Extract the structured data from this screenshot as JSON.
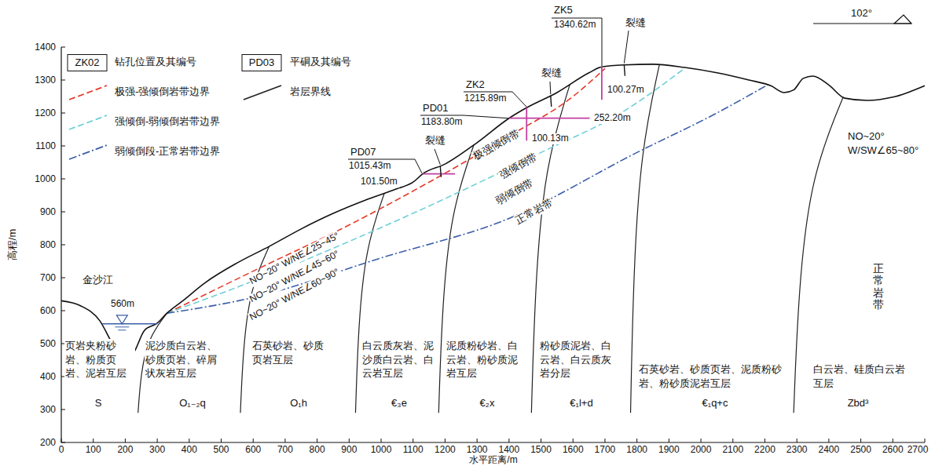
{
  "diagram": {
    "labels": [
      "1400",
      "1300",
      "1200",
      "1100",
      "1000",
      "900",
      "800",
      "700",
      "600",
      "500",
      "400",
      "300",
      "200",
      "0",
      "100",
      "200",
      "300",
      "400",
      "500",
      "600",
      "700",
      "800",
      "900",
      "1000",
      "1100",
      "1200",
      "1300",
      "1400",
      "1500",
      "1600",
      "1700",
      "1800",
      "1900",
      "2000",
      "2100",
      "2200",
      "2300",
      "2400",
      "2500",
      "2600",
      "2700",
      "高程/m",
      "水平距离/m",
      "102°",
      "ZK5",
      "1340.62m",
      "裂缝",
      "100.27m",
      "ZK2",
      "1215.89m",
      "裂缝",
      "PD01",
      "1183.80m",
      "252.20m",
      "100.13m",
      "PD07",
      "1015.43m",
      "裂缝",
      "101.50m",
      "极强倾倒带",
      "强倾倒带",
      "弱倾倒带",
      "正常岩带",
      "NO~20° W/NE∠25~45°",
      "NO~20° W/NE∠45~60°",
      "NO~20° W/NE∠60~90°",
      "NO~20° W/SW∠65~80°",
      "正常岩带",
      "金沙江",
      "560m",
      "页岩夹粉砂岩、粉质页岩、泥岩互层",
      "S",
      "泥沙质白云岩、砂质页岩、碎屑状灰岩互层",
      "O₁₋₂q",
      "石英砂岩、砂质页岩互层",
      "O₁h",
      "白云质灰岩、泥沙质白云岩、白云岩互层",
      "€₃e",
      "泥质粉砂岩、白云岩、粉砂质泥岩互层",
      "€₂x",
      "粉砂质泥岩、白云岩、白云质灰岩分层",
      "€₁l+d",
      "石英砂岩、砂质页岩、泥质粉砂岩、粉砂质泥岩互层",
      "€₁q+c",
      "白云岩、硅质白云岩互层",
      "Zbd³",
      "ZK02",
      "PD03"
    ],
    "legend": [
      {
        "text": "钻孔位置及其编号"
      },
      {
        "text": "平硐及其编号"
      },
      {
        "text": "极强-强倾倒岩带边界"
      },
      {
        "text": "岩层界线"
      },
      {
        "text": "强倾倒-弱倾倒岩带边界"
      },
      {
        "text": "弱倾倒段-正常岩带边界"
      }
    ]
  }
}
